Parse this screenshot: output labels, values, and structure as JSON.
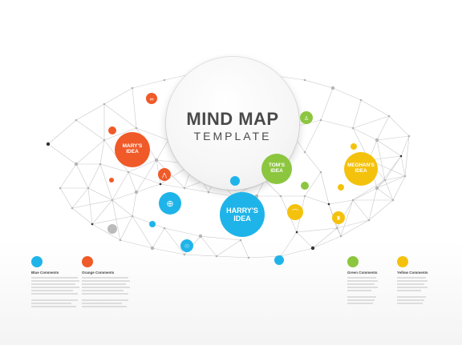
{
  "center": {
    "title": "MIND MAP",
    "subtitle": "TEMPLATE"
  },
  "nodes": {
    "mary": {
      "label": "MARY'S IDEA",
      "color": "#f05a28"
    },
    "tom": {
      "label": "TOM'S IDEA",
      "color": "#8cc63f"
    },
    "meghan": {
      "label": "MEGHAN'S IDEA",
      "color": "#f4c20d"
    },
    "harry": {
      "label": "HARRY'S IDEA",
      "color": "#1fb4e9"
    }
  },
  "legend": [
    {
      "title": "Blue Comments",
      "color": "#1fb4e9"
    },
    {
      "title": "Orange Comments",
      "color": "#f05a28"
    },
    {
      "title": "Green Comments",
      "color": "#8cc63f"
    },
    {
      "title": "Yellow Comments",
      "color": "#f4c20d"
    }
  ],
  "icons": [
    "binoculars-icon",
    "trophy-icon",
    "compass-icon",
    "globe-icon",
    "lightbulb-icon",
    "flask-icon",
    "cup-icon",
    "chat-icon"
  ]
}
